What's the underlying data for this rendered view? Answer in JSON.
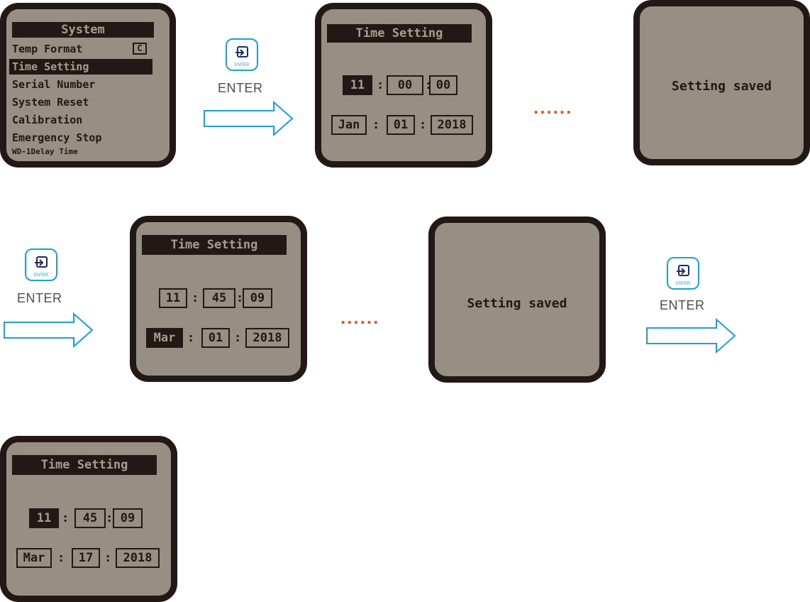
{
  "system_menu": {
    "title": "System",
    "items": [
      {
        "label": "Temp Format",
        "value": "C"
      },
      {
        "label": "Time Setting"
      },
      {
        "label": "Serial Number"
      },
      {
        "label": "System Reset"
      },
      {
        "label": "Calibration"
      },
      {
        "label": "Emergency Stop"
      },
      {
        "label": "WD-1Delay Time"
      }
    ]
  },
  "enter": {
    "label": "ENTER",
    "icon_text": "ENTER"
  },
  "dots": "......",
  "time_screen_1": {
    "title": "Time Setting",
    "hour": "11",
    "minute": "00",
    "second": "00",
    "month": "Jan",
    "day": "01",
    "year": "2018"
  },
  "saved_1": {
    "text": "Setting saved"
  },
  "time_screen_2": {
    "title": "Time Setting",
    "hour": "11",
    "minute": "45",
    "second": "09",
    "month": "Mar",
    "day": "01",
    "year": "2018"
  },
  "saved_2": {
    "text": "Setting saved"
  },
  "time_screen_3": {
    "title": "Time Setting",
    "hour": "11",
    "minute": "45",
    "second": "09",
    "month": "Mar",
    "day": "17",
    "year": "2018"
  },
  "colors": {
    "lcd_bg": "#978f84",
    "bezel": "#231815",
    "accent": "#1aa0dc",
    "dots": "#e05a1e"
  }
}
